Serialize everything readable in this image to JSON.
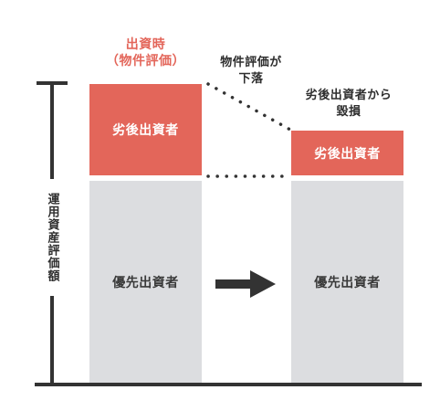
{
  "left_column": {
    "top_label_line1": "出資時",
    "top_label_line2": "（物件評価）",
    "subordinated_label": "劣後出資者",
    "senior_label": "優先出資者"
  },
  "middle_annotation": {
    "line1": "物件評価が",
    "line2": "下落"
  },
  "right_column": {
    "note_line1": "劣後出資者から",
    "note_line2": "毀損",
    "subordinated_label": "劣後出資者",
    "senior_label": "優先出資者"
  },
  "axis_label": "運用資産評価額",
  "colors": {
    "subordinated": "#e3665a",
    "senior": "#dcdde0",
    "axis": "#333333",
    "text": "#2e2e2e"
  }
}
